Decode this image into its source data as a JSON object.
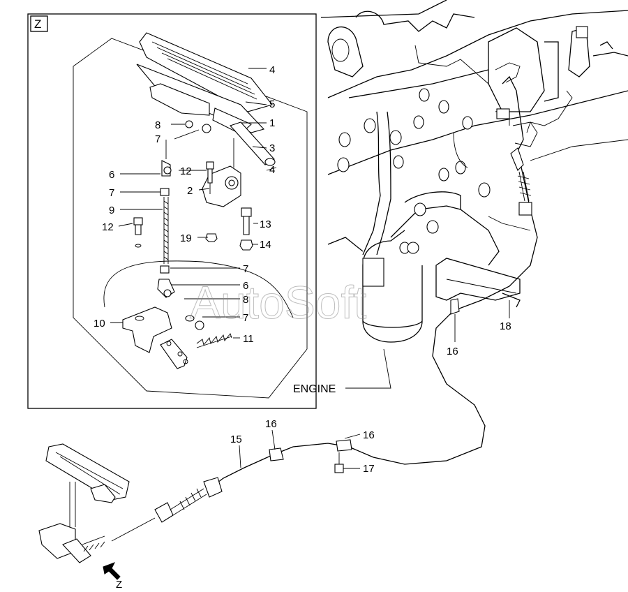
{
  "view_label": "Z",
  "engine_label": "ENGINE",
  "view_arrow_label": "Z",
  "watermark": "AutoSoft",
  "callouts": {
    "c1": "1",
    "c2": "2",
    "c3": "3",
    "c4a": "4",
    "c4b": "4",
    "c5": "5",
    "c6a": "6",
    "c6b": "6",
    "c7a": "7",
    "c7b": "7",
    "c7c": "7",
    "c7d": "7",
    "c8a": "8",
    "c8b": "8",
    "c9": "9",
    "c10": "10",
    "c11": "11",
    "c12a": "12",
    "c12b": "12",
    "c13": "13",
    "c14": "14",
    "c15": "15",
    "c16a": "16",
    "c16b": "16",
    "c16c": "16",
    "c17": "17",
    "c18": "18",
    "c19": "19"
  }
}
